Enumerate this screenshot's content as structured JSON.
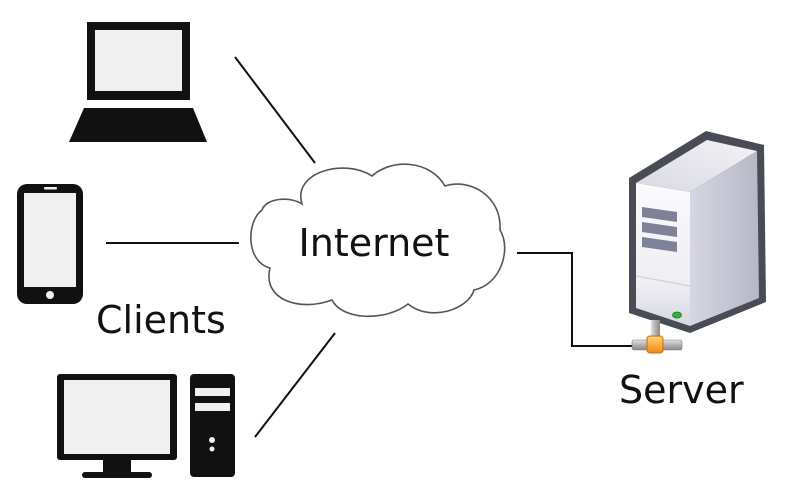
{
  "diagram": {
    "title": "Client-Server Architecture",
    "network_label": "Internet",
    "clients_label": "Clients",
    "server_label": "Server",
    "clients": [
      {
        "type": "laptop",
        "icon": "laptop-icon"
      },
      {
        "type": "smartphone",
        "icon": "smartphone-icon"
      },
      {
        "type": "desktop",
        "icon": "desktop-computer-icon"
      }
    ],
    "server": {
      "icon": "server-tower-icon",
      "status_light": "on"
    },
    "colors": {
      "device_fill": "#111111",
      "screen_fill": "#f0f0f0",
      "cloud_stroke": "#555555",
      "line": "#111111",
      "server_outline": "#4a4c55",
      "server_front": "#f4f4f8",
      "server_side": "#c9cad6",
      "server_top": "#e3e3ea",
      "status_led": "#2fb534",
      "connector_orange": "#f39a1c",
      "connector_grey": "#b8b8b8"
    }
  }
}
